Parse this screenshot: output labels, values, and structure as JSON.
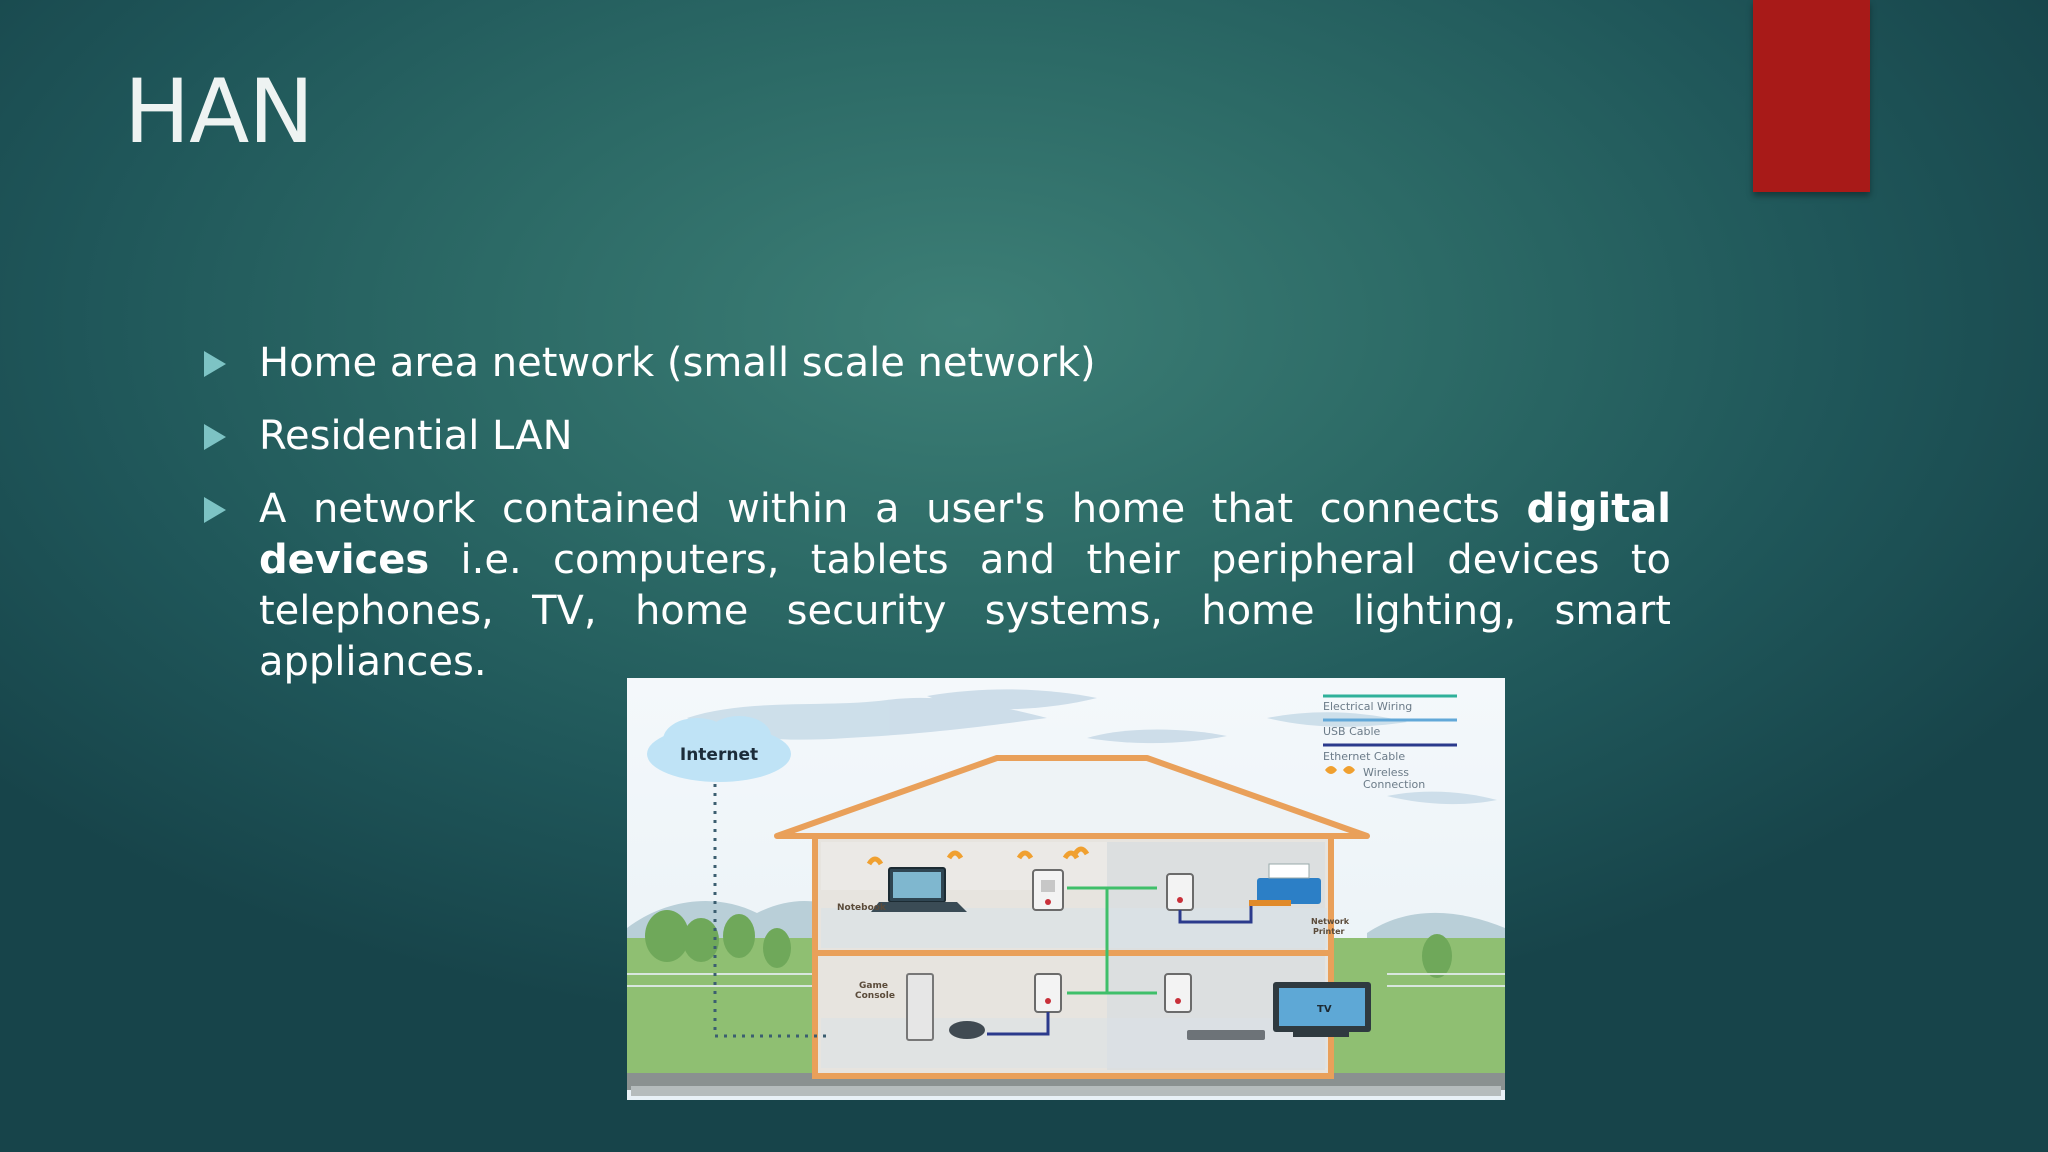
{
  "slide": {
    "title": "HAN",
    "bullets": [
      {
        "text": "Home area network (small scale network)"
      },
      {
        "text": "Residential LAN"
      },
      {
        "text_before": "A network contained within a user's home that connects ",
        "text_bold": "digital devices",
        "text_after": " i.e. computers, tablets and their peripheral devices to telephones, TV, home security systems, home lighting, smart appliances."
      }
    ],
    "accent_color": "#a81a18",
    "bullet_color": "#7dc3c4"
  },
  "diagram": {
    "cloud_label": "Internet",
    "legend": {
      "electrical": "Electrical Wiring",
      "usb": "USB Cable",
      "ethernet": "Ethernet Cable",
      "wireless_1": "Wireless",
      "wireless_2": "Connection"
    },
    "labels": {
      "notebook": "Notebook",
      "network_printer_1": "Network",
      "network_printer_2": "Printer",
      "game_console_1": "Game",
      "game_console_2": "Console",
      "tv": "TV"
    },
    "colors": {
      "electrical": "#2fb19a",
      "usb": "#62a8d8",
      "ethernet": "#2b3a8c",
      "wireless": "#f0a030",
      "house_frame": "#e9a05a",
      "power_line": "#3fbf6a"
    }
  }
}
